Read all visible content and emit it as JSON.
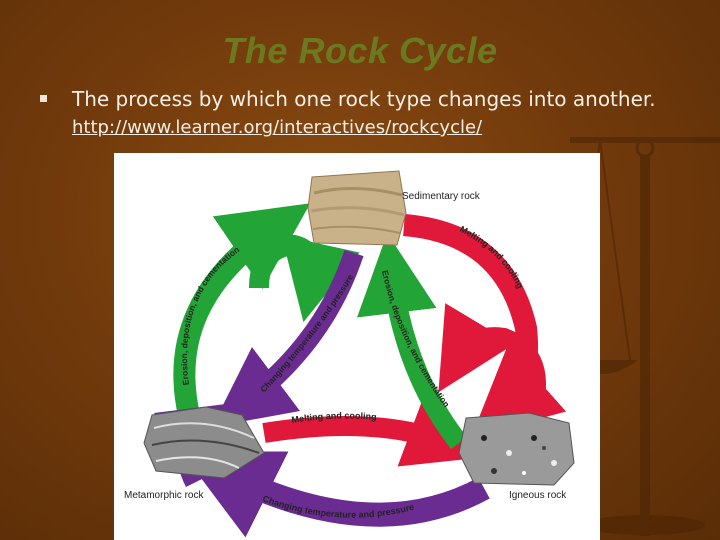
{
  "slide": {
    "title": "The Rock Cycle",
    "bullet_text": "The process by which one rock type changes into another.",
    "bullet_link": "http://www.learner.org/interactives/rockcycle/"
  },
  "diagram": {
    "rocks": {
      "sedimentary": "Sedimentary rock",
      "igneous": "Igneous rock",
      "metamorphic": "Metamorphic rock"
    },
    "processes": {
      "melt_right": "Melting and cooling",
      "melt_bottom": "Melting and cooling",
      "erosion_left": "Erosion, deposition, and cementation",
      "erosion_center": "Erosion, deposition, and cementation",
      "change_center": "Changing temperature and pressure",
      "change_bottom": "Changing temperature and pressure"
    },
    "colors": {
      "red": "#e0183a",
      "green": "#22a436",
      "purple": "#6a2c91"
    }
  }
}
